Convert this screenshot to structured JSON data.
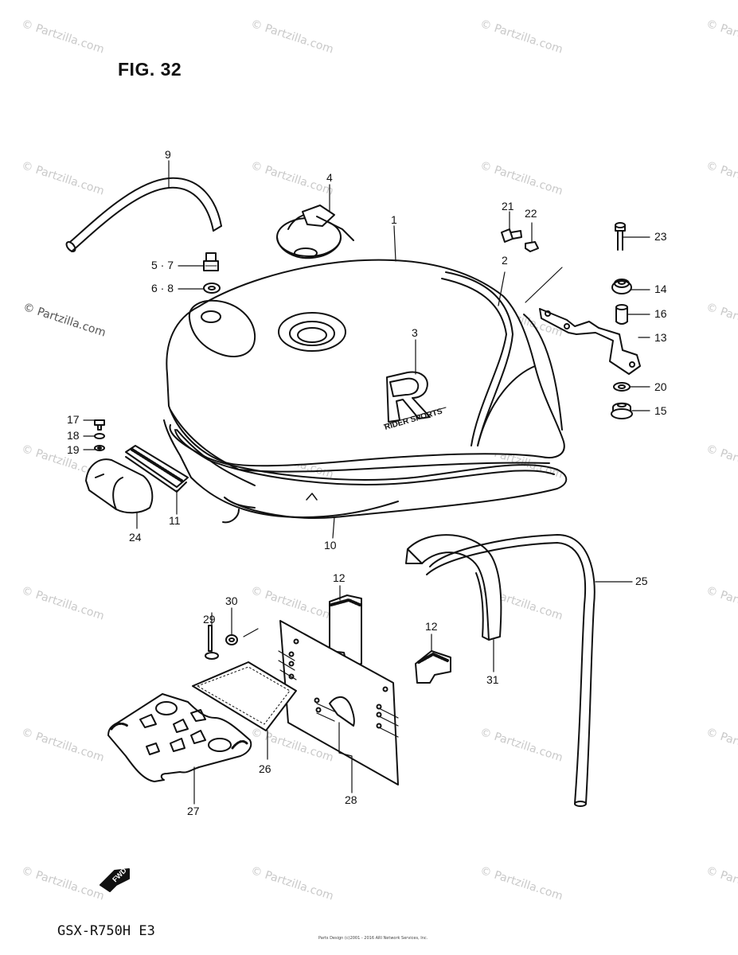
{
  "figure_title": "FIG. 32",
  "model": "GSX-R750H  E3",
  "copyright": "Parts Design (c)2001 - 2016 ARI Network Services, Inc.",
  "watermark_text": "© Partzilla.com",
  "tank_badge": {
    "letter": "R",
    "text": "RIDER SPORTS"
  },
  "fwd_label": "FWD",
  "parts": [
    {
      "id": "p1",
      "label": "1"
    },
    {
      "id": "p2",
      "label": "2"
    },
    {
      "id": "p3",
      "label": "3"
    },
    {
      "id": "p4",
      "label": "4"
    },
    {
      "id": "p5_7",
      "label": "5 · 7"
    },
    {
      "id": "p6_8",
      "label": "6 · 8"
    },
    {
      "id": "p9",
      "label": "9"
    },
    {
      "id": "p10",
      "label": "10"
    },
    {
      "id": "p11",
      "label": "11"
    },
    {
      "id": "p12a",
      "label": "12"
    },
    {
      "id": "p12b",
      "label": "12"
    },
    {
      "id": "p13",
      "label": "13"
    },
    {
      "id": "p14",
      "label": "14"
    },
    {
      "id": "p15",
      "label": "15"
    },
    {
      "id": "p16",
      "label": "16"
    },
    {
      "id": "p17",
      "label": "17"
    },
    {
      "id": "p18",
      "label": "18"
    },
    {
      "id": "p19",
      "label": "19"
    },
    {
      "id": "p20",
      "label": "20"
    },
    {
      "id": "p21",
      "label": "21"
    },
    {
      "id": "p22",
      "label": "22"
    },
    {
      "id": "p23",
      "label": "23"
    },
    {
      "id": "p24",
      "label": "24"
    },
    {
      "id": "p25",
      "label": "25"
    },
    {
      "id": "p26",
      "label": "26"
    },
    {
      "id": "p27",
      "label": "27"
    },
    {
      "id": "p28",
      "label": "28"
    },
    {
      "id": "p29",
      "label": "29"
    },
    {
      "id": "p30",
      "label": "30"
    },
    {
      "id": "p31",
      "label": "31"
    }
  ]
}
